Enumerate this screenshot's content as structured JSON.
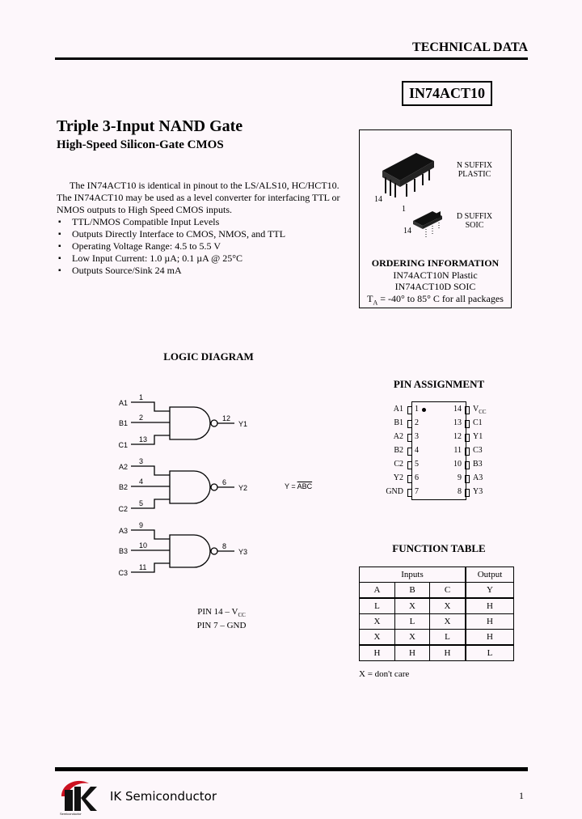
{
  "header": {
    "label": "TECHNICAL DATA",
    "part_number": "IN74ACT10"
  },
  "title": "Triple 3-Input NAND Gate",
  "subtitle": "High-Speed Silicon-Gate CMOS",
  "description": "The IN74ACT10 is identical in pinout to the LS/ALS10, HC/HCT10. The IN74ACT10 may be used as a level converter for interfacing TTL or NMOS outputs to High Speed CMOS inputs.",
  "features": [
    "TTL/NMOS Compatible Input Levels",
    "Outputs Directly Interface to CMOS, NMOS, and TTL",
    "Operating Voltage Range: 4.5 to 5.5 V",
    "Low Input Current: 1.0 µA; 0.1 µA @ 25°C",
    "Outputs Source/Sink 24 mA"
  ],
  "package": {
    "n_suffix": "N SUFFIX",
    "n_type": "PLASTIC",
    "d_suffix": "D SUFFIX",
    "d_type": "SOIC",
    "pin14": "14",
    "pin1": "1",
    "ordering_title": "ORDERING INFORMATION",
    "order_n": "IN74ACT10N Plastic",
    "order_d": "IN74ACT10D SOIC",
    "temp_prefix": "T",
    "temp_sub": "A",
    "temp_text": " = -40° to 85° C for all packages"
  },
  "logic_diagram": {
    "title": "LOGIC DIAGRAM",
    "gates": [
      {
        "inputs": [
          [
            "A1",
            "1"
          ],
          [
            "B1",
            "2"
          ],
          [
            "C1",
            "13"
          ]
        ],
        "output": [
          "Y1",
          "12"
        ]
      },
      {
        "inputs": [
          [
            "A2",
            "3"
          ],
          [
            "B2",
            "4"
          ],
          [
            "C2",
            "5"
          ]
        ],
        "output": [
          "Y2",
          "6"
        ]
      },
      {
        "inputs": [
          [
            "A3",
            "9"
          ],
          [
            "B3",
            "10"
          ],
          [
            "C3",
            "11"
          ]
        ],
        "output": [
          "Y3",
          "8"
        ]
      }
    ],
    "equation_lhs": "Y = ",
    "equation_rhs": "ABC",
    "pin14": "PIN 14 – V",
    "pin14_sub": "CC",
    "pin7": "PIN 7 – GND"
  },
  "pin_assignment": {
    "title": "PIN ASSIGNMENT",
    "left": [
      [
        "A1",
        "1"
      ],
      [
        "B1",
        "2"
      ],
      [
        "A2",
        "3"
      ],
      [
        "B2",
        "4"
      ],
      [
        "C2",
        "5"
      ],
      [
        "Y2",
        "6"
      ],
      [
        "GND",
        "7"
      ]
    ],
    "right": [
      [
        "V",
        "CC",
        "14"
      ],
      [
        "C1",
        "",
        "13"
      ],
      [
        "Y1",
        "",
        "12"
      ],
      [
        "C3",
        "",
        "11"
      ],
      [
        "B3",
        "",
        "10"
      ],
      [
        "A3",
        "",
        "9"
      ],
      [
        "Y3",
        "",
        "8"
      ]
    ]
  },
  "function_table": {
    "title": "FUNCTION TABLE",
    "group_inputs": "Inputs",
    "group_output": "Output",
    "columns": [
      "A",
      "B",
      "C",
      "Y"
    ],
    "rows": [
      [
        "L",
        "X",
        "X",
        "H"
      ],
      [
        "X",
        "L",
        "X",
        "H"
      ],
      [
        "X",
        "X",
        "L",
        "H"
      ],
      [
        "H",
        "H",
        "H",
        "L"
      ]
    ],
    "note": "X = don't care"
  },
  "footer": {
    "company": "IK Semiconductor",
    "logo_text": "IK",
    "logo_sub": "Semiconductor",
    "page": "1",
    "logo_color": "#cc1020"
  }
}
